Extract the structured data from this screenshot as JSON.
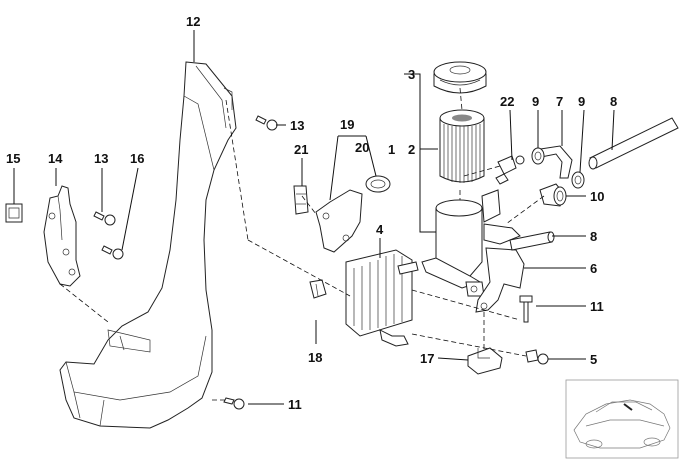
{
  "callouts": {
    "c1": "1",
    "c2": "2",
    "c3": "3",
    "c4": "4",
    "c5": "5",
    "c6": "6",
    "c7": "7",
    "c8a": "8",
    "c8b": "8",
    "c9a": "9",
    "c9b": "9",
    "c10": "10",
    "c11a": "11",
    "c11b": "11",
    "c12": "12",
    "c13a": "13",
    "c13b": "13",
    "c14": "14",
    "c15": "15",
    "c16": "16",
    "c17": "17",
    "c18": "18",
    "c19": "19",
    "c20": "20",
    "c21": "21",
    "c22": "22"
  }
}
